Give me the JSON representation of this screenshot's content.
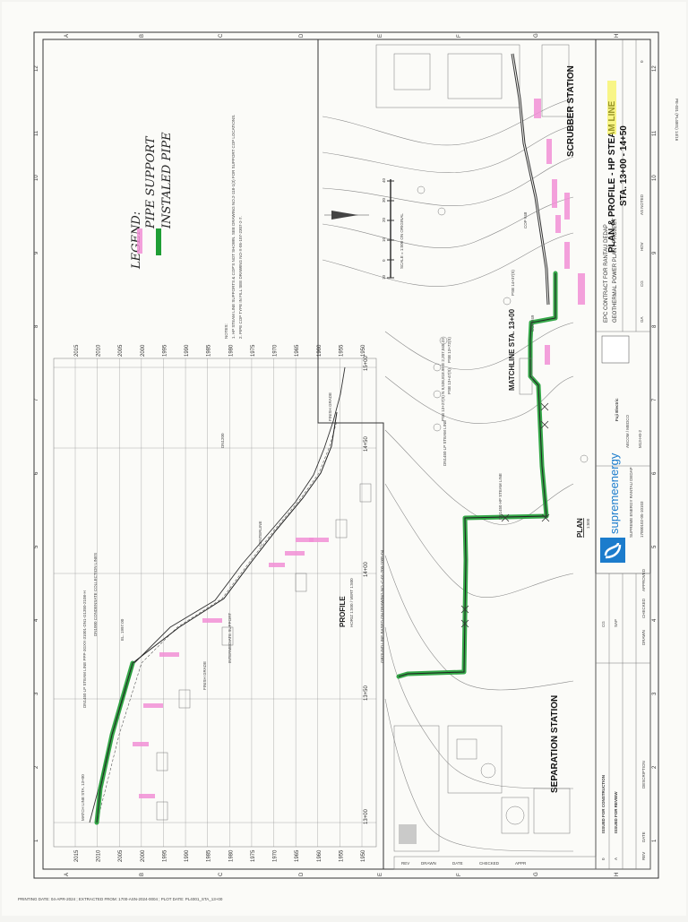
{
  "border": {
    "top_numbers": [
      "1",
      "2",
      "3",
      "4",
      "5",
      "6",
      "7",
      "8",
      "9",
      "10",
      "11",
      "12"
    ],
    "side_letters": [
      "A",
      "B",
      "C",
      "D",
      "E",
      "F",
      "G",
      "H"
    ],
    "stamp_right": "PE-031 (PL4001) 14/16",
    "footer_note": "PRINTING DATE: 04-APR-2024 ; EXTRACTED FROM: 1700-ASN-2024-0004 ; PLOT DATE: PL4001_STA_13+00"
  },
  "legend": {
    "title": "LEGEND:",
    "items": [
      {
        "label": "PIPE SUPPORT",
        "color": "#f18fd6"
      },
      {
        "label": "INSTALED PIPE",
        "color": "#1f9e35"
      }
    ]
  },
  "notes": [
    "NOTES:",
    "1. HP STEAM LINE SUPPORTS & COP'S NOT SHOWN. SEE DRAWING NO.2-118-1(3) FOR SUPPORT COP LOCATIONS.",
    "2. PIPE COP TYPE IN FILL SEE DRAWING NO-X-05-107-2307-2-7."
  ],
  "profile": {
    "title": "PROFILE",
    "scale": "HORIZ 1:500 / VERT 1:500",
    "elevations": [
      "2015",
      "2010",
      "2005",
      "2000",
      "1995",
      "1990",
      "1985",
      "1980",
      "1975",
      "1970",
      "1965",
      "1960",
      "1955",
      "1950"
    ],
    "stations": [
      "13+00",
      "13+50",
      "14+00",
      "14+50",
      "15+00"
    ],
    "matchline": "MATCH LINE STA. 13+00",
    "ground_note": "GROUND LINE BASED ON DRAWING NO.-C-01-200-1005-04",
    "labels": [
      "DN1450 LP STEAM LINE PPP-3GXX-31001-DN1-G1350-2108-H",
      "DN1000 CONDENSATE COLLECTION LINES",
      "INTERMEDIATE SUPPORT",
      "FINISH GRADE",
      "CENTERLINE",
      "EL. 1997.00",
      "DN1200",
      "FINISH GRADE"
    ]
  },
  "plan": {
    "title": "PLAN",
    "scale": "1:500",
    "matchline": "MATCHLINE STA. 13+00",
    "stations": [
      "SEPARATION STATION",
      "SCRUBBER STATION"
    ],
    "scale_bar": "SCALE = 1:500 ON ORIGINAL",
    "scale_ticks": [
      "10",
      "0",
      "10",
      "20",
      "30",
      "40"
    ],
    "pipe_labels": [
      "DN1450 LP STEAM LINE",
      "DN1450 HP STEAM LINE",
      "PSB 13+27(S) N 9,536,818.98 E 2,207,045.23",
      "PSB 13+47(S)",
      "PSB 13+72(S)",
      "PSB 14+37(S)",
      "COP #48",
      "COP #49"
    ]
  },
  "revisions": {
    "headers": [
      "REV",
      "DATE",
      "DESCRIPTION",
      "DRAWN",
      "CHECKED",
      "APPROVED"
    ],
    "rows": [
      {
        "rev": "0",
        "date": "",
        "description": "ISSUED FOR CONSTRUCTION",
        "drawn": "CG",
        "checked": "",
        "approved": ""
      },
      {
        "rev": "A",
        "date": "",
        "description": "ISSUED FOR REVIEW",
        "drawn": "SAP",
        "checked": "",
        "approved": ""
      }
    ],
    "left_headers": [
      "REV",
      "DRAWN",
      "DATE",
      "CHECKED",
      "APPR"
    ]
  },
  "title_block": {
    "company": "supremeenergy",
    "company_sub": "SUPREME ENERGY RANTAU DEDAP",
    "contractor": "Fuji Electric",
    "consultant": "AECOM / MEDCO",
    "project_lines": [
      "EPC CONTRACT FOR RANTAU DEDAP",
      "GEOTHERMAL POWER PLANT PROJECT"
    ],
    "drawing_title": "PLAN & PROFILE - HP STEAM LINE",
    "drawing_station": "STA. 13+00 - 14+50",
    "scale": "AS NOTED",
    "rev": "0",
    "drawn": "GA",
    "checked": "CG",
    "approved": "HDV",
    "contract_no": "M13-H0-2",
    "drawing_no": "17000102-05-10103"
  }
}
